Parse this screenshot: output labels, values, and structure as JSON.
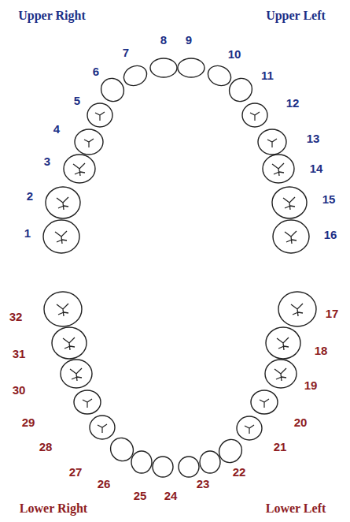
{
  "diagram": {
    "labels": [
      "Upper Right",
      "Upper Left",
      "1",
      "2",
      "3",
      "4",
      "5",
      "6",
      "7",
      "8",
      "9",
      "10",
      "11",
      "12",
      "13",
      "14",
      "15",
      "16",
      "17",
      "18",
      "19",
      "20",
      "21",
      "22",
      "23",
      "24",
      "25",
      "26",
      "27",
      "28",
      "29",
      "30",
      "31",
      "32",
      "Lower Right",
      "Lower Left"
    ]
  }
}
